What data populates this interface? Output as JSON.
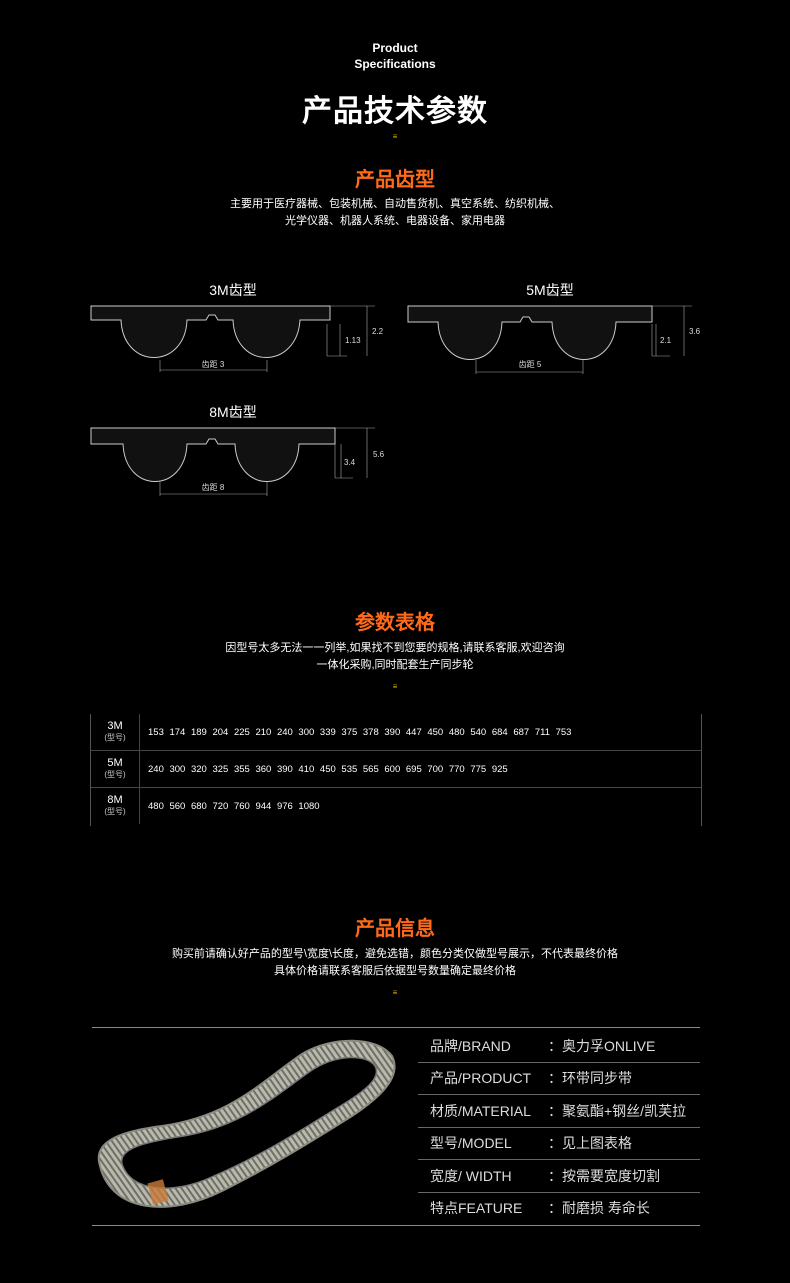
{
  "header": {
    "en_line1": "Product",
    "en_line2": "Specifications",
    "title": "产品技术参数"
  },
  "profiles_section": {
    "title": "产品齿型",
    "desc_line1": "主要用于医疗器械、包装机械、自动售货机、真空系统、纺织机械、",
    "desc_line2": "光学仪器、机器人系统、电器设备、家用电器",
    "profiles": [
      {
        "name": "3M齿型",
        "pitch_label": "齿距 3",
        "tooth_height": "1.13",
        "total_height": "2.2"
      },
      {
        "name": "5M齿型",
        "pitch_label": "齿距 5",
        "tooth_height": "2.1",
        "total_height": "3.6"
      },
      {
        "name": "8M齿型",
        "pitch_label": "齿距 8",
        "tooth_height": "3.4",
        "total_height": "5.6"
      }
    ]
  },
  "params_section": {
    "title": "参数表格",
    "desc_line1": "因型号太多无法一一列举,如果找不到您要的规格,请联系客服,欢迎咨询",
    "desc_line2": "一体化采购,同时配套生产同步轮",
    "rows": [
      {
        "model": "3M",
        "sub": "(型号)",
        "values": "153 174 189 204 225 210 240 300 339 375 378 390 447 450 480 540 684 687 711 753"
      },
      {
        "model": "5M",
        "sub": "(型号)",
        "values": "240 300 320 325 355 360 390 410 450 535 565 600 695 700 770 775 925"
      },
      {
        "model": "8M",
        "sub": "(型号)",
        "values": "480 560 680 720 760 944 976 1080"
      }
    ]
  },
  "info_section": {
    "title": "产品信息",
    "desc_line1": "购买前请确认好产品的型号\\宽度\\长度，避免选错，颜色分类仅做型号展示，不代表最终价格",
    "desc_line2": "具体价格请联系客服后依据型号数量确定最终价格",
    "rows": [
      {
        "key": "品牌/BRAND",
        "value": "：奥力孚ONLIVE"
      },
      {
        "key": "产品/PRODUCT",
        "value": "：环带同步带"
      },
      {
        "key": "材质/MATERIAL",
        "value": "：聚氨酯+钢丝/凯芙拉"
      },
      {
        "key": "型号/MODEL",
        "value": "：见上图表格"
      },
      {
        "key": "宽度/ WIDTH",
        "value": "：按需要宽度切割"
      },
      {
        "key": "特点FEATURE",
        "value": "：耐磨损 寿命长"
      }
    ]
  },
  "deco_glyph": "≡"
}
